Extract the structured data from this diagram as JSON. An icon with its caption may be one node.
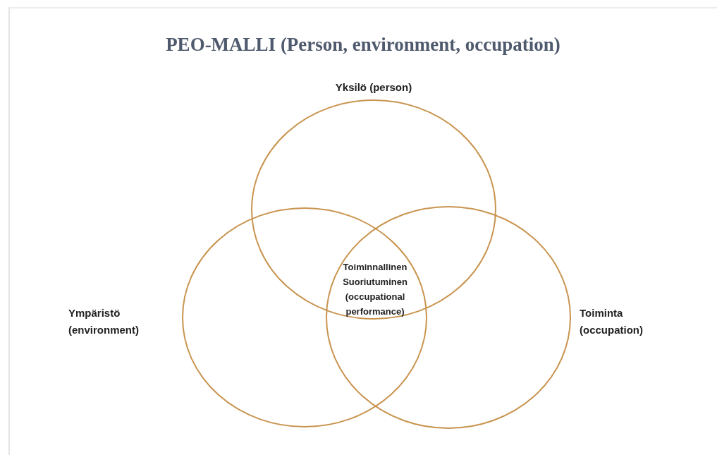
{
  "diagram": {
    "title": "PEO-MALLI (Person, environment, occupation)",
    "nodes": [
      {
        "text": [
          "Yksilö (person)"
        ]
      },
      {
        "text": [
          "Ympäristö (environment)"
        ]
      },
      {
        "text": [
          "Toiminta (occupation)"
        ]
      }
    ],
    "labels": [
      "Toiminnallinen Suoriutuminen (occupational performance)"
    ]
  }
}
